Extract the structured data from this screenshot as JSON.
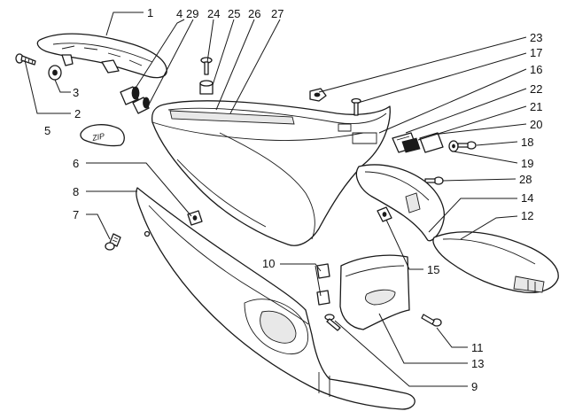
{
  "diagram": {
    "callouts": [
      {
        "label": "1"
      },
      {
        "label": "2"
      },
      {
        "label": "3"
      },
      {
        "label": "4"
      },
      {
        "label": "5"
      },
      {
        "label": "6"
      },
      {
        "label": "7"
      },
      {
        "label": "8"
      },
      {
        "label": "9"
      },
      {
        "label": "10"
      },
      {
        "label": "11"
      },
      {
        "label": "12"
      },
      {
        "label": "13"
      },
      {
        "label": "14"
      },
      {
        "label": "15"
      },
      {
        "label": "16"
      },
      {
        "label": "17"
      },
      {
        "label": "18"
      },
      {
        "label": "19"
      },
      {
        "label": "20"
      },
      {
        "label": "21"
      },
      {
        "label": "22"
      },
      {
        "label": "23"
      },
      {
        "label": "24"
      },
      {
        "label": "25"
      },
      {
        "label": "26"
      },
      {
        "label": "27"
      },
      {
        "label": "28"
      },
      {
        "label": "29"
      }
    ],
    "badge_text": "ZIP"
  }
}
